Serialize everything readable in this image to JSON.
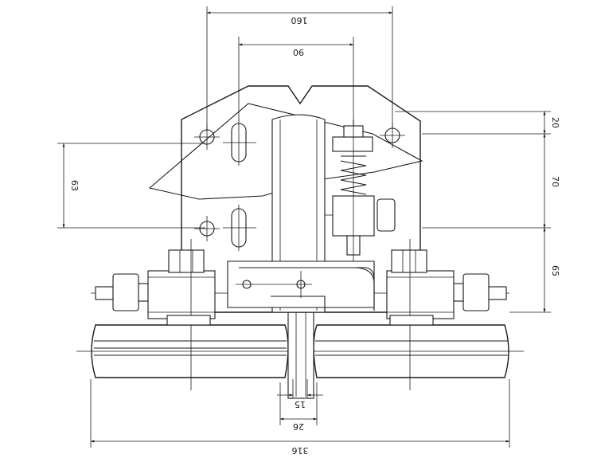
{
  "drawing": {
    "dimensions": {
      "d160": "160",
      "d90": "90",
      "d63": "63",
      "d20": "20",
      "d70": "70",
      "d65": "65",
      "d15": "15",
      "d26": "26",
      "d316": "316"
    }
  }
}
